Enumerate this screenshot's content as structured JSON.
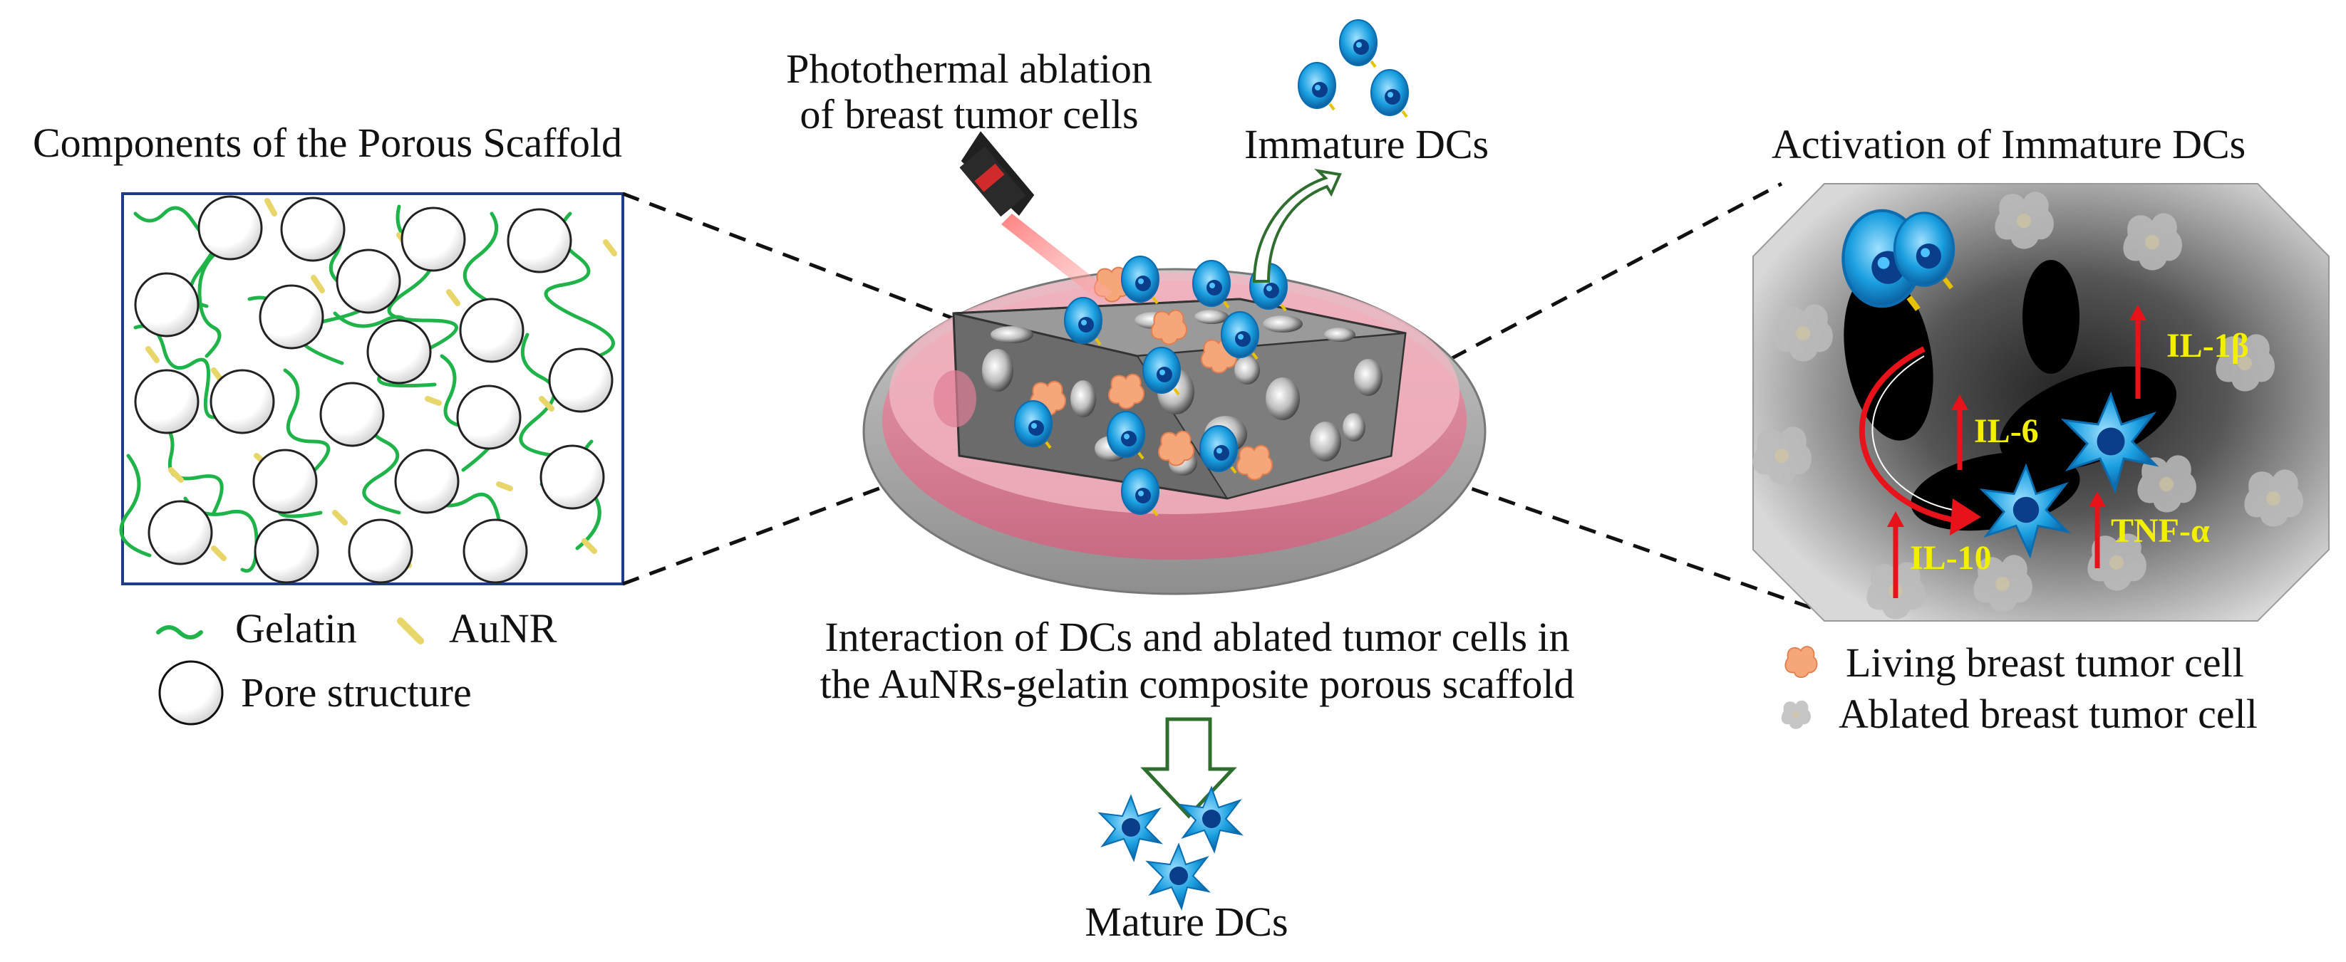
{
  "left_panel": {
    "title": "Components of the Porous Scaffold",
    "legend": {
      "gelatin": "Gelatin",
      "aunr": "AuNR",
      "pore": "Pore structure"
    }
  },
  "center": {
    "laser_label_line1": "Photothermal ablation",
    "laser_label_line2": "of breast tumor cells",
    "immature_label": "Immature DCs",
    "interaction_line1": "Interaction of DCs and ablated tumor cells in",
    "interaction_line2": "the AuNRs-gelatin composite porous scaffold",
    "mature_label": "Mature DCs"
  },
  "right_panel": {
    "title": "Activation of Immature DCs",
    "cytokines": {
      "il1b": "IL-1β",
      "il6": "IL-6",
      "il10": "IL-10",
      "tnfa": "TNF-α"
    },
    "legend": {
      "living": "Living  breast tumor cell",
      "ablated": "Ablated breast tumor cell"
    }
  },
  "colors": {
    "gelatin_green": "#1fb34a",
    "aunr_yellow": "#e8d66a",
    "dc_blue": "#1a9fe0",
    "tumor_orange": "#f5a77a",
    "cytokine_yellow": "#f2ef00",
    "arrow_red": "#e8121a",
    "dish_pink": "#e07e95"
  }
}
